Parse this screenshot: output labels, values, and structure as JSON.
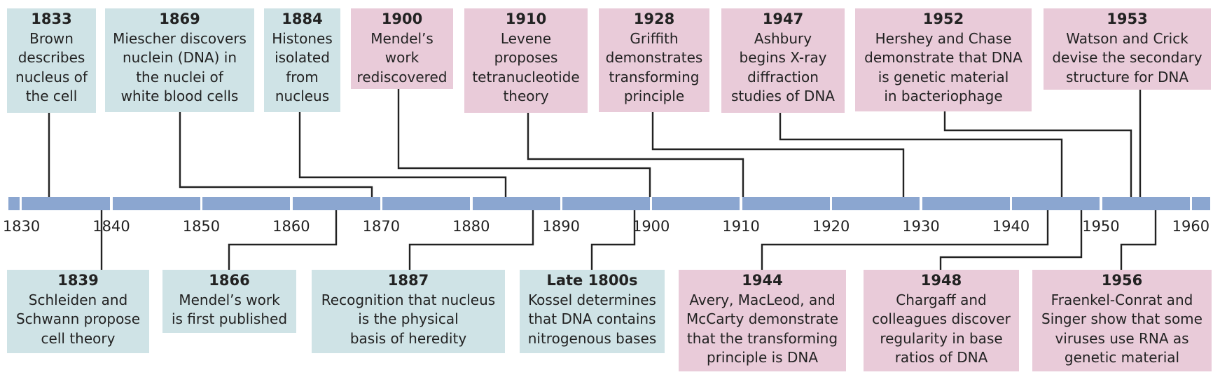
{
  "axis": {
    "start_year": 1830,
    "end_year": 1960,
    "tick_labels": [
      "1830",
      "1840",
      "1850",
      "1860",
      "1870",
      "1880",
      "1890",
      "1900",
      "1910",
      "1920",
      "1930",
      "1940",
      "1950",
      "1960"
    ]
  },
  "colors": {
    "early_era": "#cfe3e6",
    "dna_era": "#e9cbd9",
    "bar": "#8ba6d0",
    "line": "#222222"
  },
  "events_top": [
    {
      "year": "1833",
      "lines": [
        "Brown",
        "describes",
        "nucleus of",
        "the cell"
      ],
      "era": "blue"
    },
    {
      "year": "1869",
      "lines": [
        "Miescher discovers",
        "nuclein (DNA) in",
        "the nuclei of",
        "white blood cells"
      ],
      "era": "blue"
    },
    {
      "year": "1884",
      "lines": [
        "Histones",
        "isolated",
        "from",
        "nucleus"
      ],
      "era": "blue"
    },
    {
      "year": "1900",
      "lines": [
        "Mendel’s",
        "work",
        "rediscovered"
      ],
      "era": "pink"
    },
    {
      "year": "1910",
      "lines": [
        "Levene",
        "proposes",
        "tetranucleotide",
        "theory"
      ],
      "era": "pink"
    },
    {
      "year": "1928",
      "lines": [
        "Griffith",
        "demonstrates",
        "transforming",
        "principle"
      ],
      "era": "pink"
    },
    {
      "year": "1947",
      "lines": [
        "Ashbury",
        "begins X-ray",
        "diffraction",
        "studies of DNA"
      ],
      "era": "pink"
    },
    {
      "year": "1952",
      "lines": [
        "Hershey and Chase",
        "demonstrate that DNA",
        "is genetic material",
        "in bacteriophage"
      ],
      "era": "pink"
    },
    {
      "year": "1953",
      "lines": [
        "Watson and Crick",
        "devise the secondary",
        "structure for DNA"
      ],
      "era": "pink"
    }
  ],
  "events_bottom": [
    {
      "year": "1839",
      "lines": [
        "Schleiden and",
        "Schwann propose",
        "cell theory"
      ],
      "era": "blue"
    },
    {
      "year": "1866",
      "lines": [
        "Mendel’s work",
        "is first published"
      ],
      "era": "blue"
    },
    {
      "year": "1887",
      "lines": [
        "Recognition that nucleus",
        "is the physical",
        "basis of heredity"
      ],
      "era": "blue"
    },
    {
      "year": "Late 1800s",
      "lines": [
        "Kossel determines",
        "that DNA contains",
        "nitrogenous bases"
      ],
      "era": "blue"
    },
    {
      "year": "1944",
      "lines": [
        "Avery, MacLeod, and",
        "McCarty demonstrate",
        "that the transforming",
        "principle is DNA"
      ],
      "era": "pink"
    },
    {
      "year": "1948",
      "lines": [
        "Chargaff and",
        "colleagues discover",
        "regularity in base",
        "ratios of DNA"
      ],
      "era": "pink"
    },
    {
      "year": "1956",
      "lines": [
        "Fraenkel-Conrat and",
        "Singer show that some",
        "viruses use RNA as",
        "genetic material"
      ],
      "era": "pink"
    }
  ]
}
